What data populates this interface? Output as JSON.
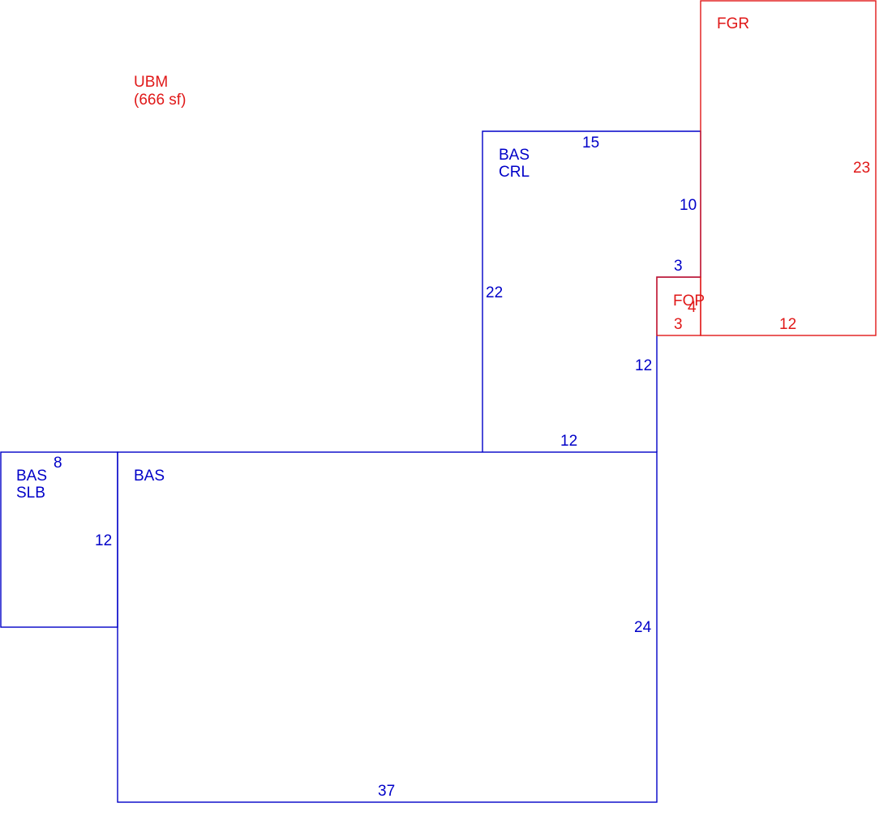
{
  "colors": {
    "living": "#0000c8",
    "other": "#e01818",
    "background": "#ffffff"
  },
  "ubm": {
    "code": "UBM",
    "area": "(666 sf)"
  },
  "areas": {
    "bas_main": {
      "code": "BAS"
    },
    "bas_slb": {
      "code": "BAS",
      "sub": "SLB"
    },
    "bas_crl": {
      "code": "BAS",
      "sub": "CRL"
    },
    "fgr": {
      "code": "FGR"
    },
    "fop": {
      "code": "FOP"
    }
  },
  "dimensions": {
    "bas_main_bottom": "37",
    "bas_main_right": "24",
    "bas_crl_top": "15",
    "bas_crl_left": "22",
    "bas_crl_right_upper": "10",
    "bas_crl_step": "3",
    "bas_crl_right_lower": "12",
    "bas_crl_bottom": "12",
    "bas_slb_top": "8",
    "bas_slb_right": "12",
    "fgr_right": "23",
    "fgr_bottom": "12",
    "fop_bottom": "3",
    "fop_side": "4"
  }
}
